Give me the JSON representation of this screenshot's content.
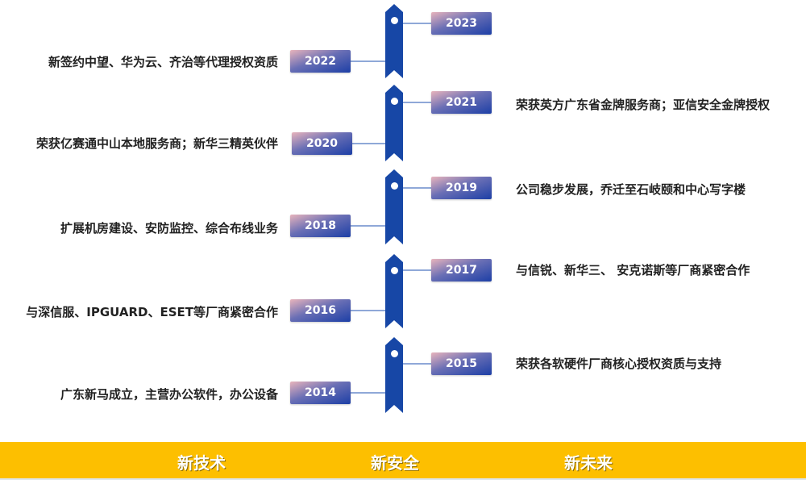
{
  "events": [
    {
      "year": "2023",
      "text": ""
    },
    {
      "year": "2022",
      "text": "新签约中望、华为云、齐治等代理授权资质"
    },
    {
      "year": "2021",
      "text": "荣获英方广东省金牌服务商；亚信安全金牌授权"
    },
    {
      "year": "2020",
      "text": "荣获亿赛通中山本地服务商；新华三精英伙伴"
    },
    {
      "year": "2019",
      "text": "公司稳步发展，乔迁至石岐颐和中心写字楼"
    },
    {
      "year": "2018",
      "text": "扩展机房建设、安防监控、综合布线业务"
    },
    {
      "year": "2017",
      "text": "与信锐、新华三、 安克诺斯等厂商紧密合作"
    },
    {
      "year": "2016",
      "text": "与深信服、IPGUARD、ESET等厂商紧密合作"
    },
    {
      "year": "2015",
      "text": "荣获各软硬件厂商核心授权资质与支持"
    },
    {
      "year": "2014",
      "text": "广东新马成立，主营办公软件，办公设备"
    }
  ],
  "footer": {
    "items": [
      "新技术",
      "新安全",
      "新未来"
    ]
  },
  "colors": {
    "ribbon": "#1747a6",
    "bar": "#fdbf00"
  }
}
